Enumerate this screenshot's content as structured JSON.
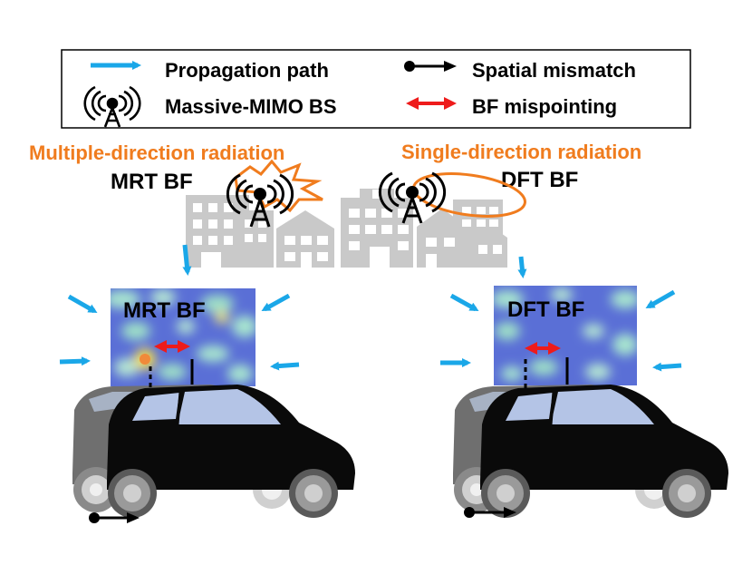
{
  "legend": {
    "propagation_path": "Propagation path",
    "massive_mimo_bs": "Massive-MIMO BS",
    "spatial_mismatch": "Spatial mismatch",
    "bf_mispointing": "BF mispointing"
  },
  "left": {
    "headline": "Multiple-direction radiation",
    "bf_name": "MRT BF",
    "map_label": "MRT BF"
  },
  "right": {
    "headline": "Single-direction radiation",
    "bf_name": "DFT BF",
    "map_label": "DFT BF"
  },
  "colors": {
    "accent_orange": "#f07c1e",
    "arrow_blue": "#1aa7e8",
    "mispoint_red": "#ee1b1b",
    "building_gray": "#c8c8c8",
    "car_black": "#0a0a0a",
    "car_shadow": "#6e6e6e",
    "heatmap_base": "#5a6fd6"
  },
  "icons": [
    "antenna-tower-icon",
    "building-icon",
    "car-icon",
    "arrow-icon"
  ]
}
